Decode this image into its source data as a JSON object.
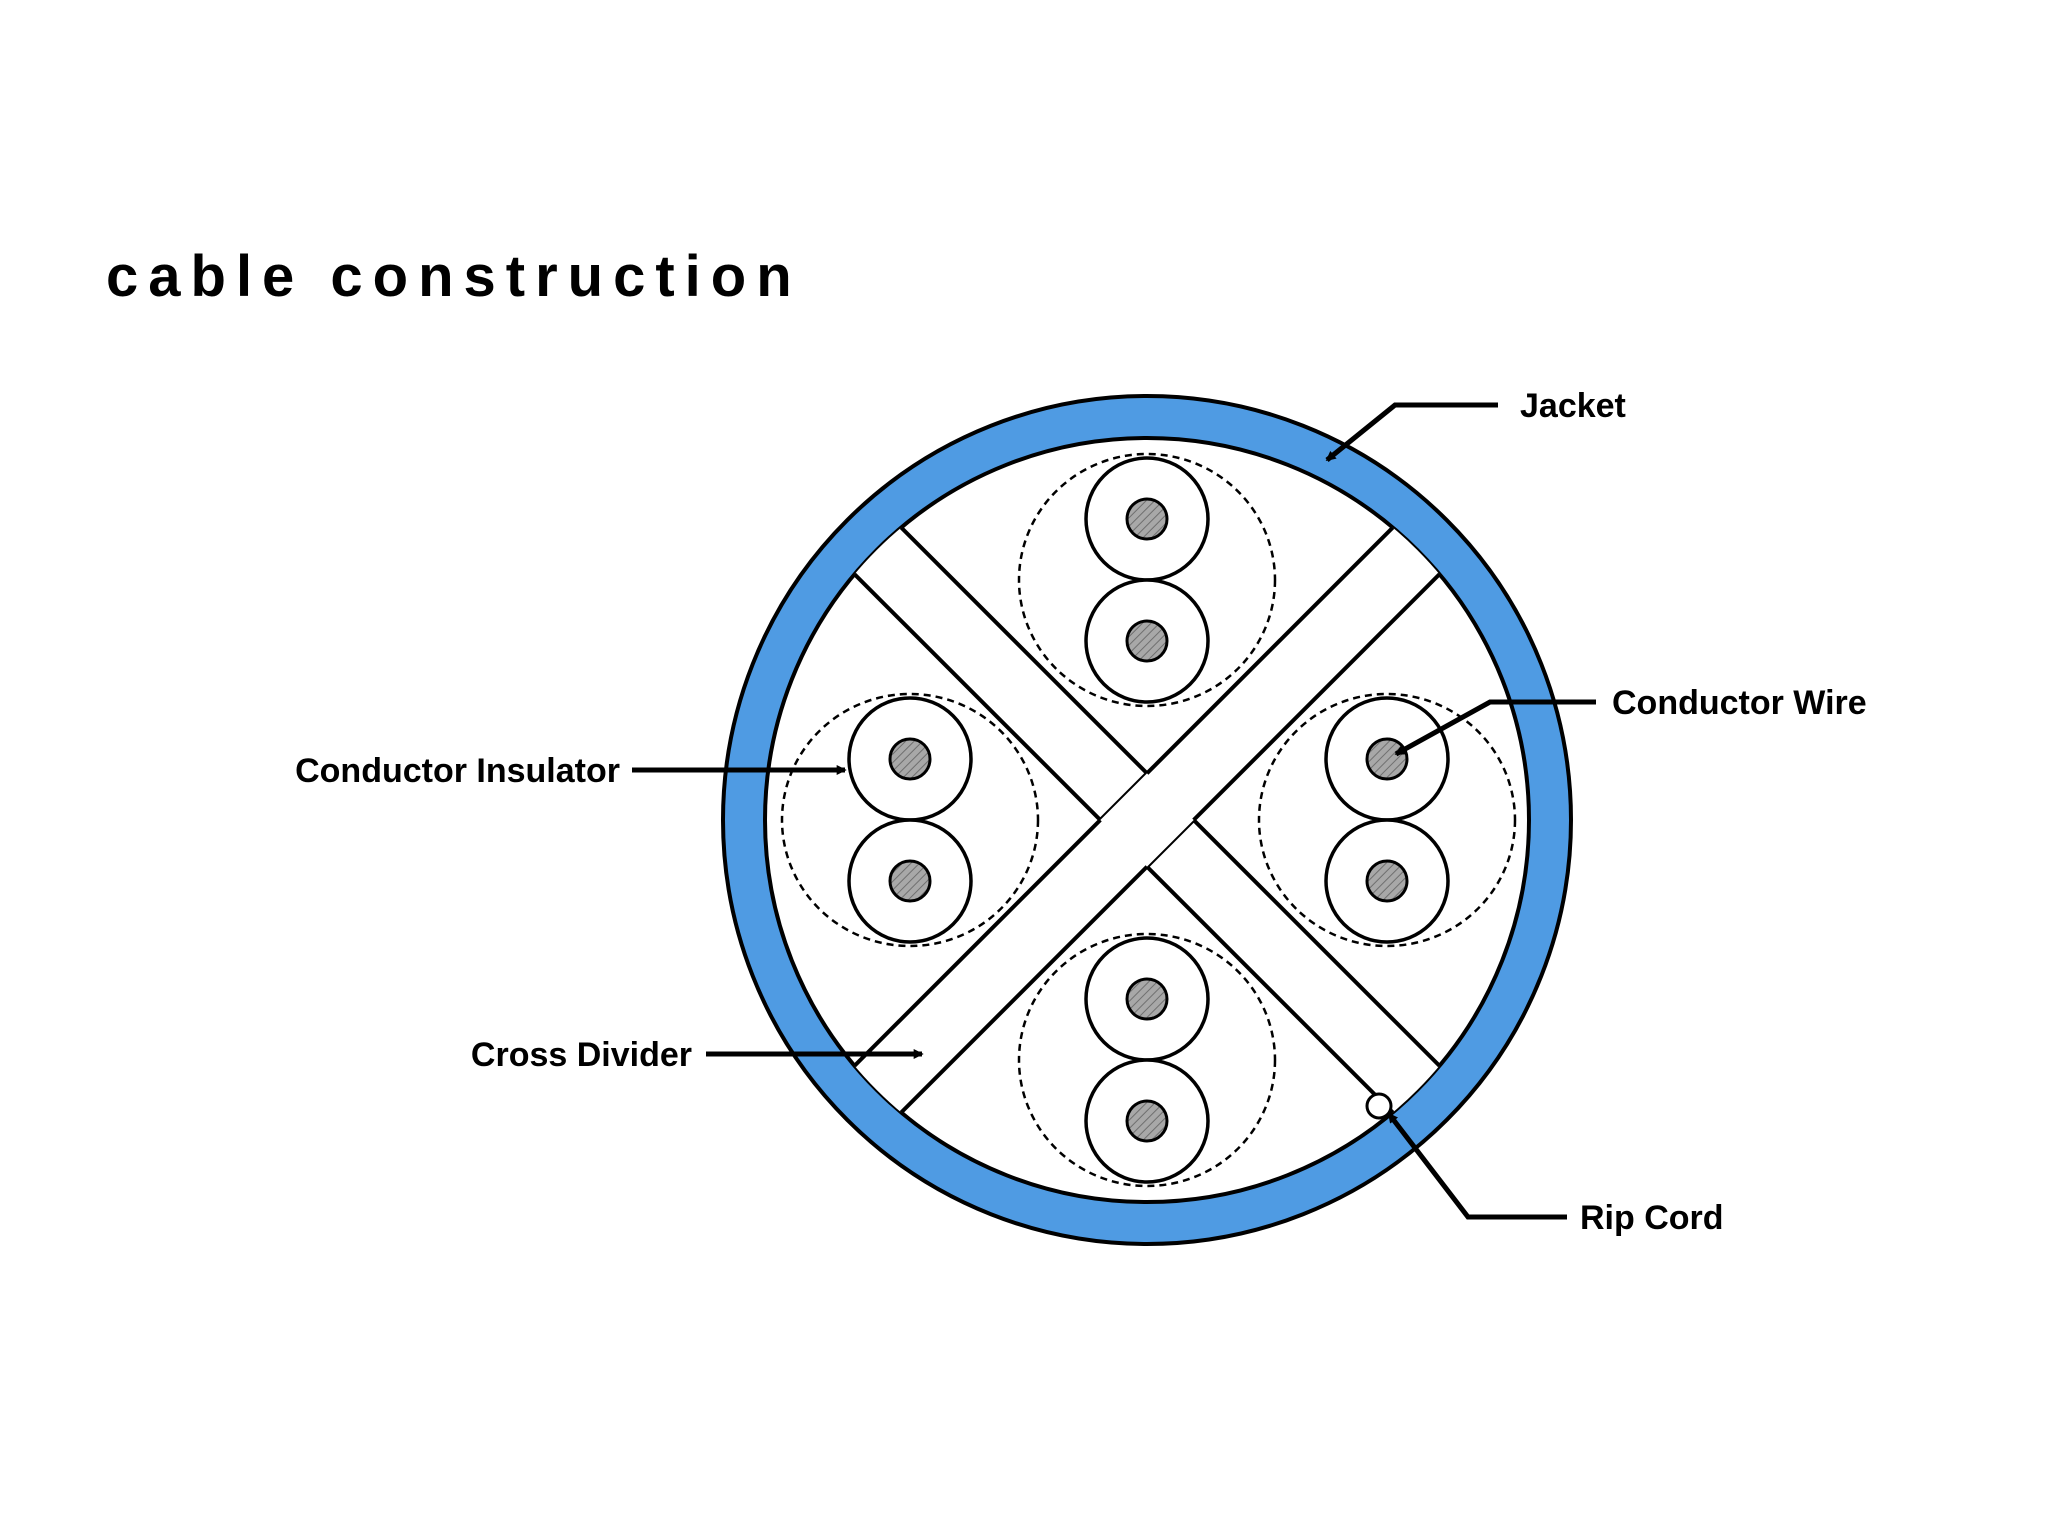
{
  "title": "cable construction",
  "colors": {
    "jacket": "#4f9be3",
    "outline": "#000000",
    "conductor_fill": "#a8a8a8",
    "background": "#ffffff"
  },
  "labels": {
    "jacket": "Jacket",
    "conductor_wire": "Conductor Wire",
    "conductor_insulator": "Conductor Insulator",
    "cross_divider": "Cross Divider",
    "rip_cord": "Rip Cord"
  }
}
